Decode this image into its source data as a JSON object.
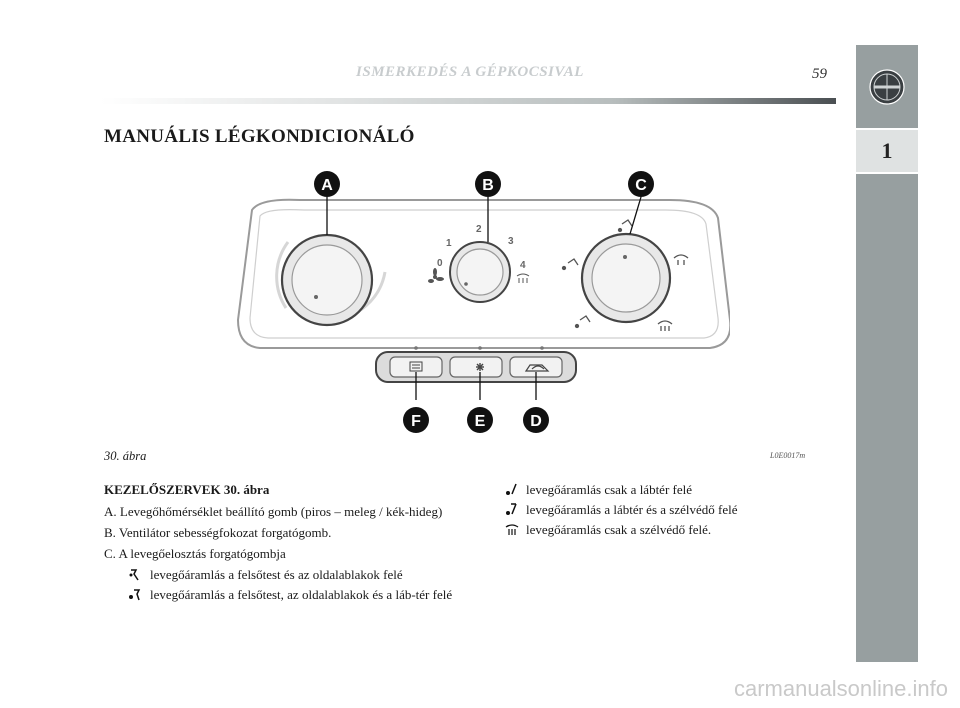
{
  "header": {
    "title": "ISMERKEDÉS A GÉPKOCSIVAL",
    "page_number": "59",
    "chapter": "1"
  },
  "section_title": "MANUÁLIS LÉGKONDICIONÁLÓ",
  "figure": {
    "caption": "30. ábra",
    "code": "L0E0017m",
    "callouts": {
      "a": "A",
      "b": "B",
      "c": "C",
      "d": "D",
      "e": "E",
      "f": "F"
    },
    "fan_speeds": {
      "s0": "0",
      "s1": "1",
      "s2": "2",
      "s3": "3",
      "s4": "4"
    }
  },
  "content": {
    "heading": "KEZELŐSZERVEK 30. ábra",
    "item_a": "A.  Levegőhőmérséklet beállító gomb (piros – meleg / kék-hideg)",
    "item_b": "B.  Ventilátor sebességfokozat forgatógomb.",
    "item_c": "C.  A levegőelosztás forgatógombja",
    "c_sub1": "levegőáramlás a felsőtest és az oldalablakok felé",
    "c_sub2": "levegőáramlás a felsőtest, az oldalablakok és a láb-tér felé",
    "r_sub1": "levegőáramlás csak a lábtér felé",
    "r_sub2": "levegőáramlás a lábtér és a szélvédő felé",
    "r_sub3": "levegőáramlás csak a szélvédő felé."
  },
  "watermark": "carmanualsonline.info",
  "colors": {
    "sidebar": "#979fa0",
    "chapter_box": "#dfe2e2",
    "header_title": "#c8ccce"
  }
}
